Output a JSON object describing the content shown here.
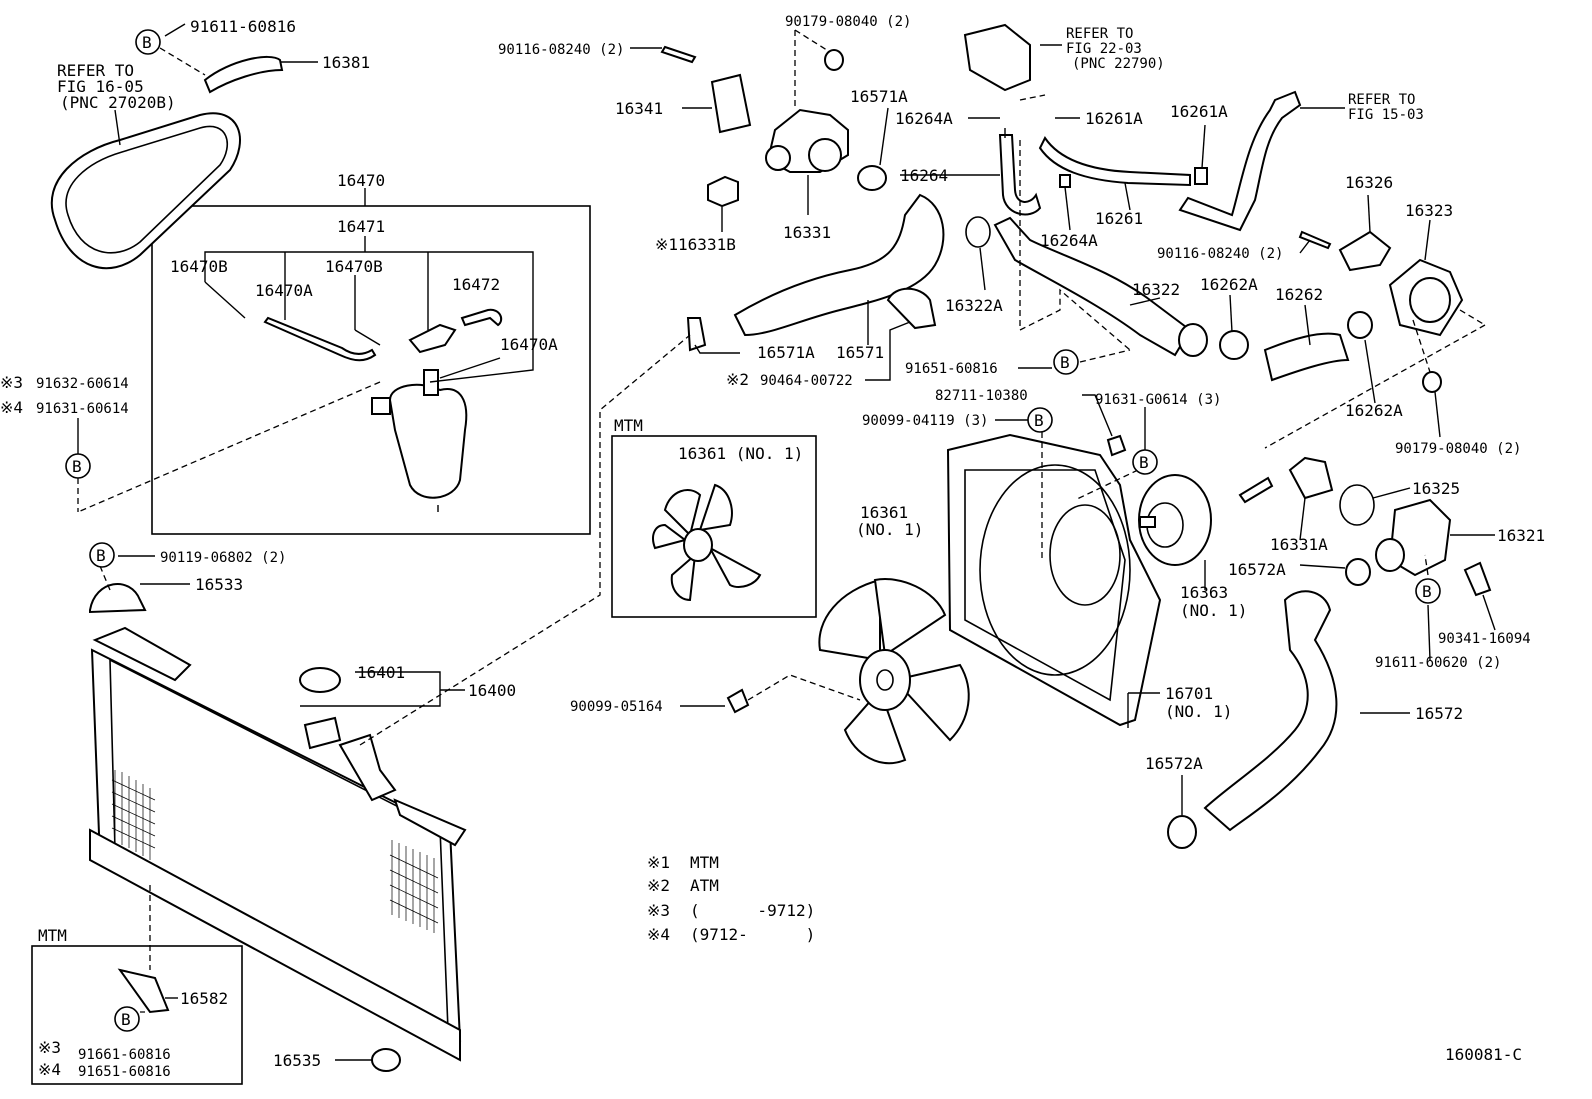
{
  "diagram_id": "160081-C",
  "boxes": {
    "mtm_fan": "MTM",
    "mtm_bracket": "MTM"
  },
  "references": {
    "belt": [
      "REFER TO",
      "FIG 16-05",
      "(PNC 27020B)"
    ],
    "valve": [
      "REFER TO",
      "FIG 22-03",
      "(PNC 22790)"
    ],
    "hose": [
      "REFER TO",
      "FIG 15-03"
    ]
  },
  "labels": {
    "p91611_60816": "91611-60816",
    "p16381": "16381",
    "p16470": "16470",
    "p16471": "16471",
    "p16470B_a": "16470B",
    "p16470A_a": "16470A",
    "p16470B_b": "16470B",
    "p16472": "16472",
    "p16470A_b": "16470A",
    "mark3": "※3",
    "p91632_60614": "91632-60614",
    "mark4": "※4",
    "p91631_60614": "91631-60614",
    "p90119_06802": "90119-06802 (2)",
    "p16533": "16533",
    "p16401": "16401",
    "p16400": "16400",
    "p16582": "16582",
    "p91661_60816": "91661-60816",
    "p91651_60816b": "91651-60816",
    "p16535": "16535",
    "p90116_08240a": "90116-08240 (2)",
    "p90179_08040a": "90179-08040 (2)",
    "p16341": "16341",
    "p16571A_a": "16571A",
    "p16264A_a": "16264A",
    "p16261A_a": "16261A",
    "p16261A_b": "16261A",
    "p16264": "16264",
    "p16331": "16331",
    "p16331B": "※116331B",
    "p16261": "16261",
    "p16264A_b": "16264A",
    "p16326": "16326",
    "p16323": "16323",
    "p90116_08240b": "90116-08240 (2)",
    "p16322A": "16322A",
    "p16322": "16322",
    "p16262A_a": "16262A",
    "p16262": "16262",
    "p16571A_b": "16571A",
    "p16571": "16571",
    "mark2": "※2",
    "p90464_00722": "90464-00722",
    "p91651_60816a": "91651-60816",
    "p82711_10380": "82711-10380",
    "p90099_04119": "90099-04119 (3)",
    "p91631_G0614": "91631-G0614 (3)",
    "p16262A_b": "16262A",
    "p90179_08040b": "90179-08040 (2)",
    "p16361_a": "16361 (NO. 1)",
    "p16361_b": "16361",
    "p16361_b_no": "(NO. 1)",
    "p16331A": "16331A",
    "p16325": "16325",
    "p16321": "16321",
    "p16572A_a": "16572A",
    "p16363": "16363",
    "p16363_no": "(NO. 1)",
    "p90341_16094": "90341-16094",
    "p91611_60620": "91611-60620 (2)",
    "p90099_05164": "90099-05164",
    "p16701": "16701",
    "p16701_no": "(NO. 1)",
    "p16572": "16572",
    "p16572A_b": "16572A"
  },
  "bubbles": {
    "b": "B"
  },
  "legend": [
    {
      "mark": "※1",
      "text": "MTM"
    },
    {
      "mark": "※2",
      "text": "ATM"
    },
    {
      "mark": "※3",
      "text": "(      -9712)"
    },
    {
      "mark": "※4",
      "text": "(9712-      )"
    }
  ]
}
